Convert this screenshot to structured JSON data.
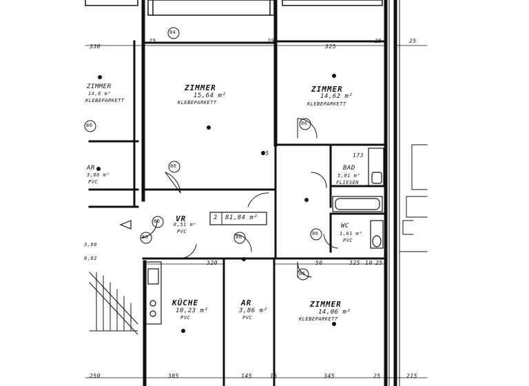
{
  "plan": {
    "unit_number": "2",
    "unit_area": "81,84 m²",
    "rooms": {
      "zimmer_main": {
        "name": "ZIMMER",
        "area": "15,64 m²",
        "floor": "KLEBEPARKETT"
      },
      "zimmer_ne": {
        "name": "ZIMMER",
        "area": "14,62 m²",
        "floor": "KLEBEPARKETT"
      },
      "zimmer_se": {
        "name": "ZIMMER",
        "area": "14,06 m²",
        "floor": "KLEBEPARKETT"
      },
      "kueche": {
        "name": "KÜCHE",
        "area": "10,23 m²",
        "floor": "PVC"
      },
      "ar_small": {
        "name": "AR",
        "area": "3,86 m²",
        "floor": "PVC"
      },
      "vr": {
        "name": "VR",
        "area": "8,51 m²",
        "floor": "PVC"
      },
      "bad": {
        "name": "BAD",
        "area": "5,01 m²",
        "floor": "FLIESEN"
      },
      "wc": {
        "name": "WC",
        "area": "1,61 m²",
        "floor": "PVC"
      },
      "left_zimmer": {
        "name": "ZIMMER",
        "area": "14,6 m²",
        "floor": "KLEBEPARKETT"
      },
      "left_ar": {
        "name": "AR",
        "area": "3,86 m²",
        "floor": "PVC"
      }
    },
    "dimensions": {
      "top_left": "330",
      "top_mid": "25",
      "top_d1": "25",
      "top_d2": "325",
      "top_right_a": "25",
      "top_right_b": "25",
      "mid_wall": "15",
      "d_173": "173",
      "d_380": "3,80",
      "d_0_02": "0,02",
      "d_320": "320",
      "d_56": "56",
      "d_325": "325",
      "d_10": "10",
      "d_25": "25",
      "bot_385": "385",
      "bot_145": "145",
      "bot_15": "15",
      "bot_345": "345",
      "bot_25": "25",
      "bot_250": "250",
      "bot_215": "215"
    },
    "door_tags": [
      "84",
      "86",
      "86",
      "86",
      "86",
      "86",
      "86",
      "86",
      "86"
    ]
  }
}
